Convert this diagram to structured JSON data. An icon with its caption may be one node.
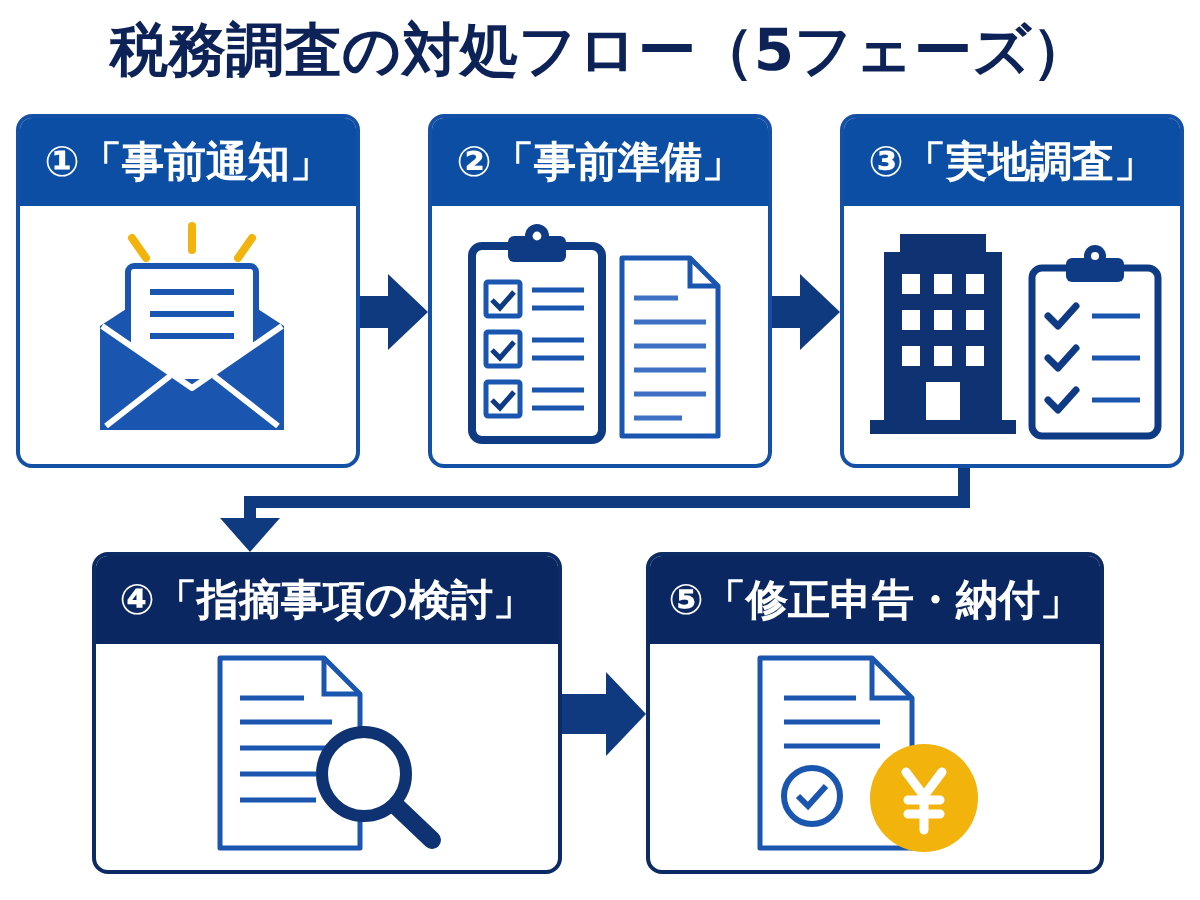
{
  "diagram": {
    "title": "税務調査の対処フロー（5フェーズ）",
    "nodes": [
      {
        "text": [
          "①「事前通知」"
        ]
      },
      {
        "text": [
          "②「事前準備」"
        ]
      },
      {
        "text": [
          "③「実地調査」"
        ]
      },
      {
        "text": [
          "④「指摘事項の検討」"
        ]
      },
      {
        "text": [
          "⑤「修正申告・納付」"
        ]
      }
    ],
    "edges": [
      {
        "from": 0,
        "to": 1,
        "arrow": "to"
      },
      {
        "from": 1,
        "to": 2,
        "arrow": "to"
      },
      {
        "from": 2,
        "to": 3,
        "arrow": "to"
      },
      {
        "from": 3,
        "to": 4,
        "arrow": "to"
      }
    ]
  }
}
